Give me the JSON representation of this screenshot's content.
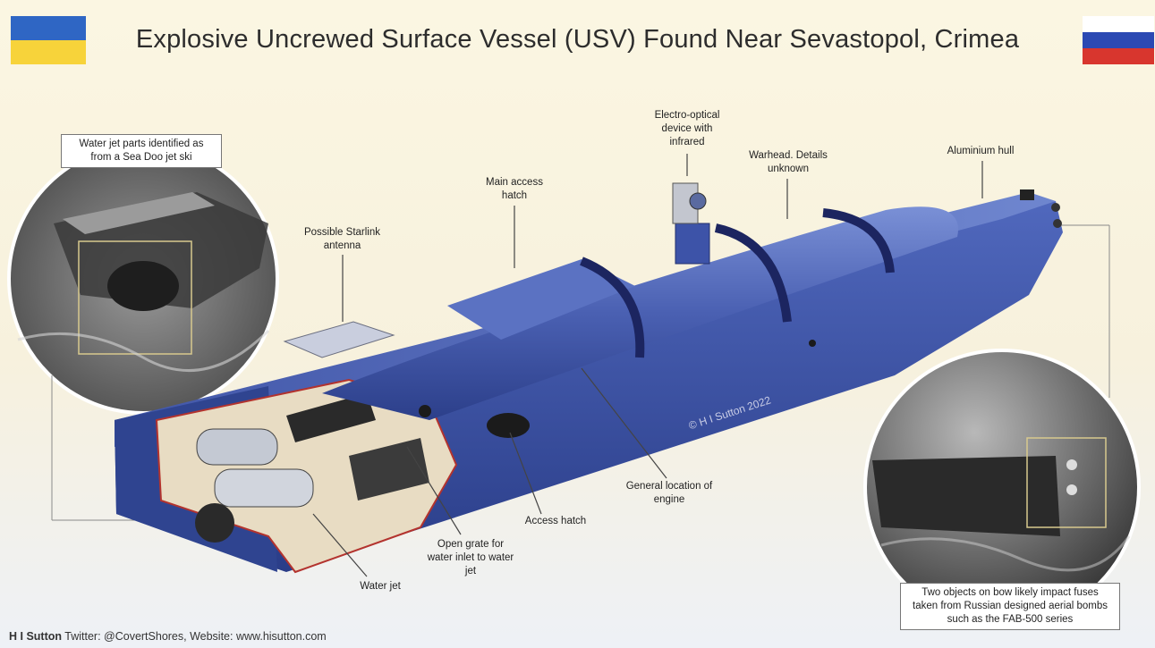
{
  "title": "Explosive Uncrewed Surface Vessel (USV) Found Near Sevastopol, Crimea",
  "flags": {
    "left": {
      "name": "ukraine-flag",
      "colors": [
        "#2f66c4",
        "#f7d33a"
      ]
    },
    "right": {
      "name": "russia-flag",
      "colors": [
        "#ffffff",
        "#2b49b3",
        "#d8362e"
      ]
    }
  },
  "callouts": {
    "waterjet_parts": "Water jet parts identified as from a Sea Doo jet ski",
    "starlink": "Possible Starlink antenna",
    "main_hatch": "Main access hatch",
    "eo_device": "Electro-optical device with infrared",
    "warhead": "Warhead. Details unknown",
    "hull": "Aluminium hull",
    "engine": "General location of engine",
    "access_hatch": "Access hatch",
    "grate": "Open grate for water inlet to water jet",
    "water_jet": "Water jet",
    "fuses": "Two objects on bow likely impact fuses taken from Russian designed aerial bombs such as the FAB-500 series"
  },
  "copyright": "© H I Sutton 2022",
  "footer": {
    "author": "H I Sutton",
    "links": "Twitter: @CovertShores, Website: www.hisutton.com"
  },
  "colors": {
    "hull": "#3d53a8",
    "hull_dark": "#27397e",
    "hull_light": "#6f86cf"
  }
}
